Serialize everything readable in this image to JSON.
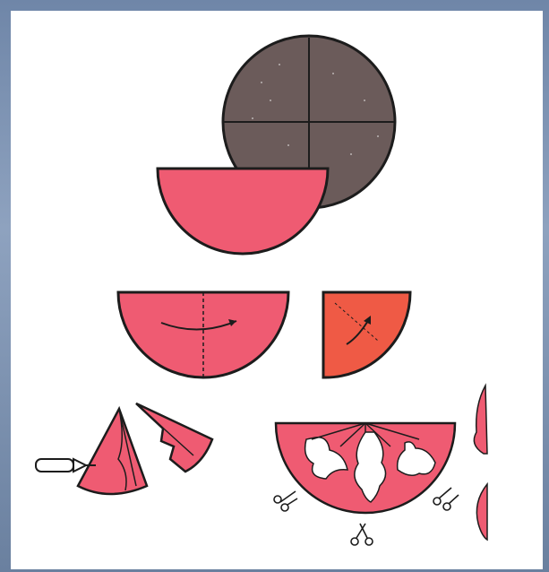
{
  "figure": {
    "kind": "paper-folding-instructions",
    "colors": {
      "background": "#ffffff",
      "frame": "#7f93b1",
      "paper_dark": "#6b5b5a",
      "paper_pink": "#ef5b72",
      "paper_orange": "#ef5a45",
      "outline": "#1c1c1c",
      "cut_hole": "#ffffff"
    },
    "steps": [
      {
        "id": "step-1",
        "description": "full-circle-divided-into-quarters"
      },
      {
        "id": "step-2",
        "description": "circle-folded-into-half"
      },
      {
        "id": "step-3",
        "description": "half-folded-into-quarter"
      },
      {
        "id": "step-4",
        "description": "quarter-rolled-into-cone"
      },
      {
        "id": "step-5",
        "description": "cut-pattern-unfolded"
      }
    ],
    "icons": [
      "pencil-icon",
      "scissors-icon"
    ]
  }
}
